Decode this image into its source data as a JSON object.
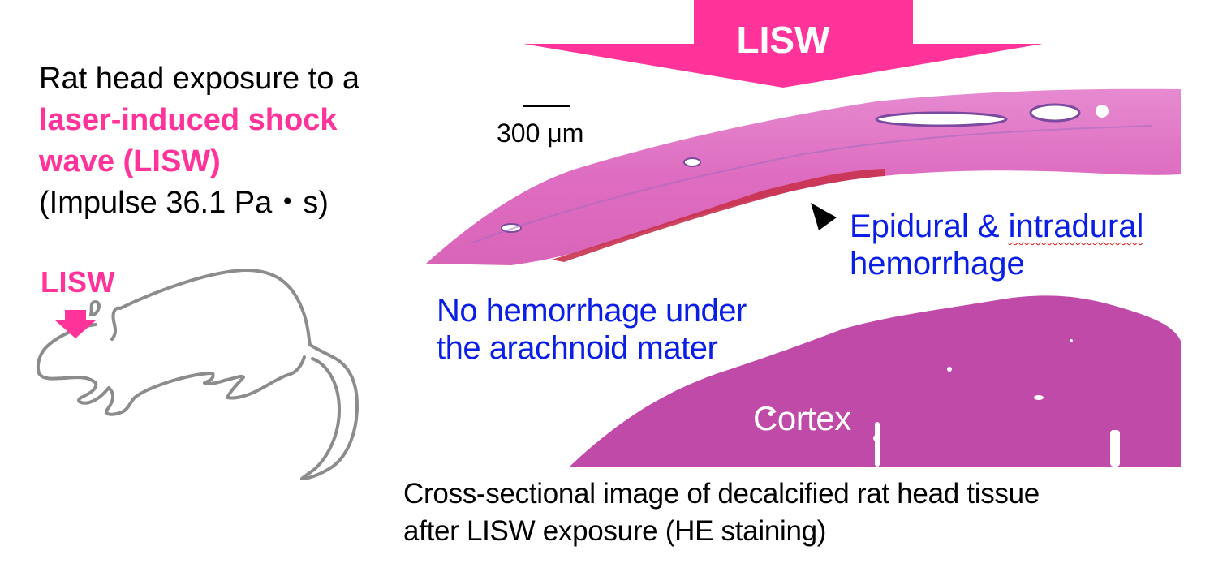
{
  "intro": {
    "line1": "Rat head exposure to a",
    "line2_highlight": "laser-induced shock",
    "line3_highlight": "wave (LISW)",
    "line4": "(Impulse 36.1 Pa・s)"
  },
  "rat_diagram": {
    "arrow_label": "LISW",
    "arrow_color": "#ff3399",
    "outline_color": "#8c8c8c"
  },
  "big_arrow": {
    "label": "LISW",
    "color": "#ff3399"
  },
  "histology": {
    "scale_bar_label": "300 μm",
    "skull_annotation": {
      "line1_part1": "Epidural & ",
      "line1_part2": "intradural",
      "line2": "hemorrhage",
      "color": "#0a1ee6"
    },
    "arachnoid_annotation": {
      "line1": "No hemorrhage under",
      "line2": "the arachnoid mater",
      "color": "#0a1ee6"
    },
    "cortex_label": "Cortex",
    "stain_colors": {
      "bone": "#e47ac8",
      "hemorrhage": "#c8324e",
      "cortex": "#c04aa8"
    }
  },
  "caption": {
    "line1": "Cross-sectional image of decalcified rat head tissue",
    "line2": "after LISW exposure (HE staining)"
  }
}
